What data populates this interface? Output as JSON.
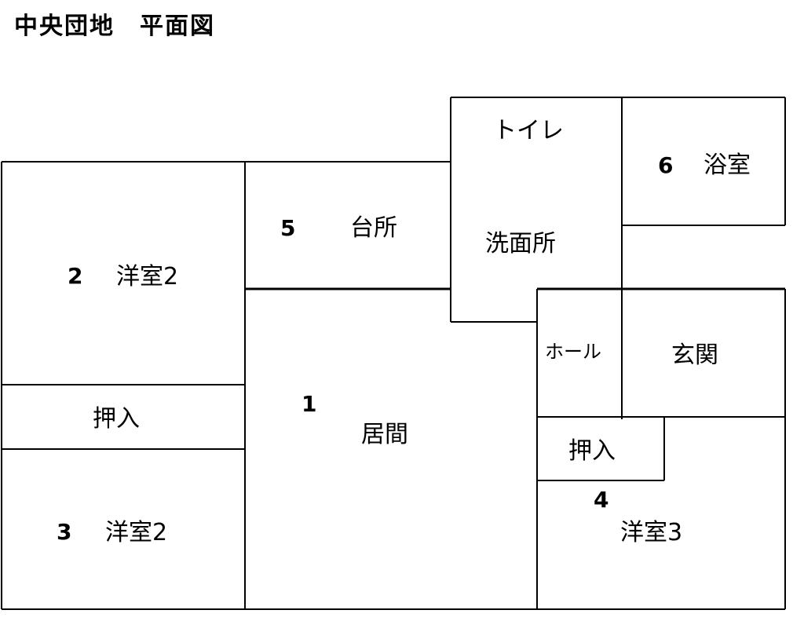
{
  "title": "中央団地　平面図",
  "rooms": {
    "youshitsu2_top": {
      "number": "2",
      "name": "洋室2"
    },
    "oshiire_left": {
      "name": "押入"
    },
    "youshitsu2_bottom": {
      "number": "3",
      "name": "洋室2"
    },
    "kitchen": {
      "number": "5",
      "name": "台所"
    },
    "living": {
      "number": "1",
      "name": "居間"
    },
    "toilet": {
      "name": "トイレ"
    },
    "washroom": {
      "name": "洗面所"
    },
    "bath": {
      "number": "6",
      "name": "浴室"
    },
    "hall": {
      "name": "ホール"
    },
    "entrance": {
      "name": "玄関"
    },
    "oshiire_right": {
      "name": "押入"
    },
    "youshitsu3": {
      "number": "4",
      "name": "洋室3"
    }
  }
}
